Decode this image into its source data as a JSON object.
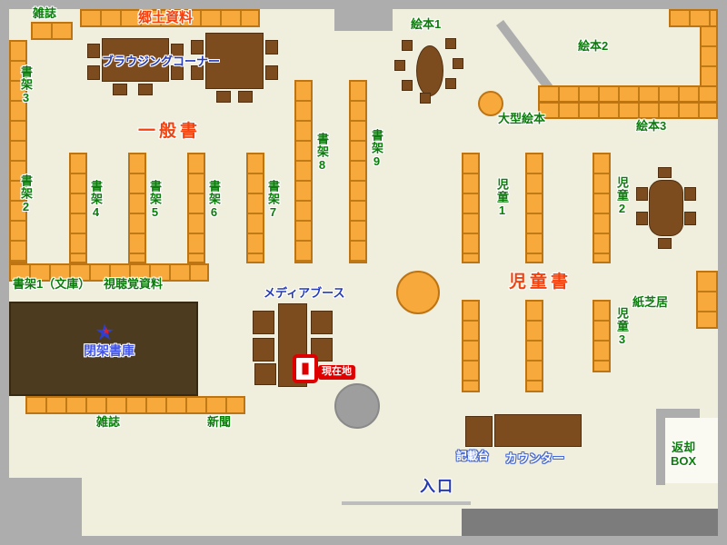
{
  "colors": {
    "background": "#f0eedd",
    "wall_gray": "#adadad",
    "wall_dark_gray": "#7c7c7c",
    "shelf_orange": "#f7a93c",
    "shelf_border": "#bd7413",
    "furniture_brown": "#7c4b1e",
    "closed_stacks_brown": "#4c3b1f",
    "label_green": "#0b7d0b",
    "label_red": "#f4420e",
    "label_navy": "#2439b5",
    "label_blue": "#4355e8",
    "current_location_red": "#e00000"
  },
  "icons": {
    "closed_stacks_marker": "star"
  },
  "labels": {
    "magazine_top": "雑誌",
    "local_materials": "郷土資料",
    "browsing_corner": "ブラウジングコーナー",
    "shelf3": "書架3",
    "shelf2": "書架2",
    "general_books": "一般書",
    "shelf4": "書架4",
    "shelf5": "書架5",
    "shelf6": "書架6",
    "shelf7": "書架7",
    "shelf8": "書架8",
    "shelf9": "書架9",
    "ehon1": "絵本1",
    "ehon2": "絵本2",
    "ehon3": "絵本3",
    "ogata_ehon": "大型絵本",
    "jido1": "児童1",
    "jido2": "児童2",
    "jido3": "児童3",
    "children_books": "児童書",
    "kamishibai": "紙芝居",
    "shelf1_bunko": "書架1（文庫）",
    "av_materials": "視聴覚資料",
    "closed_stacks": "閉架書庫",
    "magazine_bottom": "雑誌",
    "newspaper": "新聞",
    "media_booth": "メディアブース",
    "current_location": "現在地",
    "kisaidai": "記載台",
    "counter": "カウンター",
    "entrance": "入口",
    "return_box_line1": "返却",
    "return_box_line2": "BOX"
  }
}
